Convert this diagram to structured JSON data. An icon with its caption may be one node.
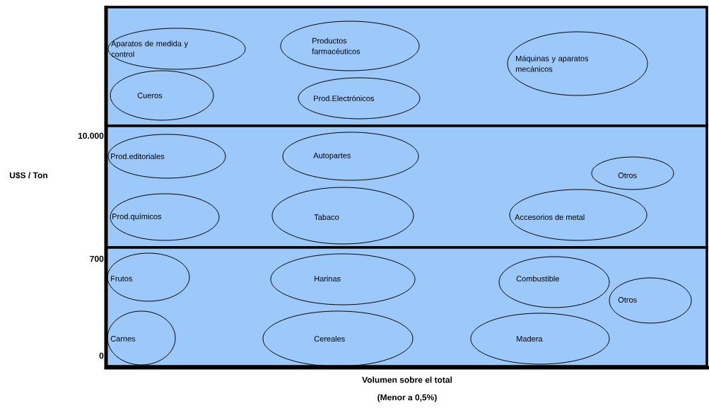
{
  "diagram": {
    "nodes": [
      {
        "text": [],
        "shape": "box"
      },
      {
        "text": [],
        "shape": "box"
      },
      {
        "text": [],
        "shape": "box"
      },
      {
        "text": [
          "Aparatos de medida y control"
        ],
        "in": 0
      },
      {
        "text": [
          "Productos farmacéuticos"
        ],
        "in": 0
      },
      {
        "text": [
          "Máquinas y aparatos mecánicos"
        ],
        "in": 0
      },
      {
        "text": [
          "Cueros"
        ],
        "in": 0
      },
      {
        "text": [
          "Prod.Electrónicos"
        ],
        "in": 0
      },
      {
        "text": [
          "Prod.editoriales"
        ],
        "in": 1
      },
      {
        "text": [
          "Autopartes"
        ],
        "in": 1
      },
      {
        "text": [
          "Otros"
        ],
        "in": 1
      },
      {
        "text": [
          "Prod.químicos"
        ],
        "in": 1
      },
      {
        "text": [
          "Tabaco"
        ],
        "in": 1
      },
      {
        "text": [
          "Accesorios de metal"
        ],
        "in": 1
      },
      {
        "text": [
          "Frutos"
        ],
        "in": 2
      },
      {
        "text": [
          "Harinas"
        ],
        "in": 2
      },
      {
        "text": [
          "Combustible"
        ],
        "in": 2
      },
      {
        "text": [
          "Otros"
        ],
        "in": 2
      },
      {
        "text": [
          "Carnes"
        ],
        "in": 2
      },
      {
        "text": [
          "Cereales"
        ],
        "in": 2
      },
      {
        "text": [
          "Madera"
        ],
        "in": 2
      }
    ],
    "labels": [
      "10.000",
      "U$S / Ton",
      "700",
      "0",
      "Volumen sobre el total",
      "(Menor a 0,5%)"
    ]
  }
}
